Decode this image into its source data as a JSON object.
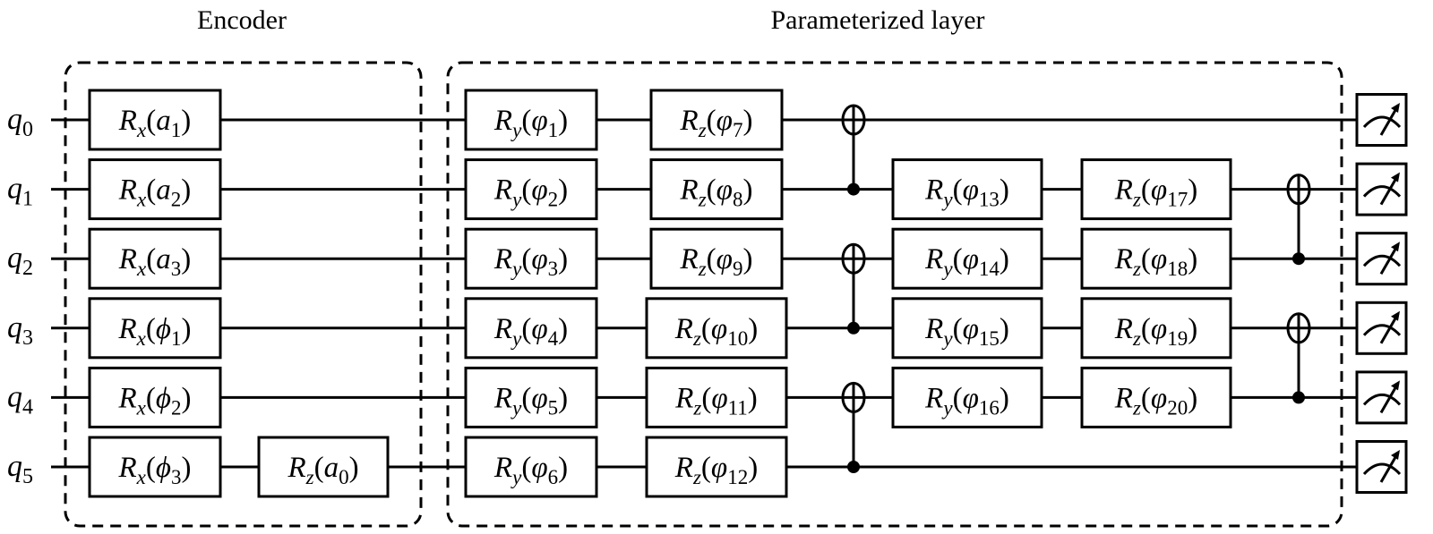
{
  "titles": {
    "encoder": "Encoder",
    "parameterized": "Parameterized layer"
  },
  "qubits": [
    "q0",
    "q1",
    "q2",
    "q3",
    "q4",
    "q5"
  ],
  "encoder_gates": [
    {
      "qubit": 0,
      "op": "R",
      "axis": "x",
      "param": "a",
      "index": "1",
      "col": 0
    },
    {
      "qubit": 1,
      "op": "R",
      "axis": "x",
      "param": "a",
      "index": "2",
      "col": 0
    },
    {
      "qubit": 2,
      "op": "R",
      "axis": "x",
      "param": "a",
      "index": "3",
      "col": 0
    },
    {
      "qubit": 3,
      "op": "R",
      "axis": "x",
      "param": "ϕ",
      "index": "1",
      "col": 0
    },
    {
      "qubit": 4,
      "op": "R",
      "axis": "x",
      "param": "ϕ",
      "index": "2",
      "col": 0
    },
    {
      "qubit": 5,
      "op": "R",
      "axis": "x",
      "param": "ϕ",
      "index": "3",
      "col": 0
    },
    {
      "qubit": 5,
      "op": "R",
      "axis": "z",
      "param": "a",
      "index": "0",
      "col": 1
    }
  ],
  "layer_gates": [
    {
      "qubit": 0,
      "op": "R",
      "axis": "y",
      "param": "φ",
      "index": "1",
      "col": 0
    },
    {
      "qubit": 1,
      "op": "R",
      "axis": "y",
      "param": "φ",
      "index": "2",
      "col": 0
    },
    {
      "qubit": 2,
      "op": "R",
      "axis": "y",
      "param": "φ",
      "index": "3",
      "col": 0
    },
    {
      "qubit": 3,
      "op": "R",
      "axis": "y",
      "param": "φ",
      "index": "4",
      "col": 0
    },
    {
      "qubit": 4,
      "op": "R",
      "axis": "y",
      "param": "φ",
      "index": "5",
      "col": 0
    },
    {
      "qubit": 5,
      "op": "R",
      "axis": "y",
      "param": "φ",
      "index": "6",
      "col": 0
    },
    {
      "qubit": 0,
      "op": "R",
      "axis": "z",
      "param": "φ",
      "index": "7",
      "col": 1
    },
    {
      "qubit": 1,
      "op": "R",
      "axis": "z",
      "param": "φ",
      "index": "8",
      "col": 1
    },
    {
      "qubit": 2,
      "op": "R",
      "axis": "z",
      "param": "φ",
      "index": "9",
      "col": 1
    },
    {
      "qubit": 3,
      "op": "R",
      "axis": "z",
      "param": "φ",
      "index": "10",
      "col": 1
    },
    {
      "qubit": 4,
      "op": "R",
      "axis": "z",
      "param": "φ",
      "index": "11",
      "col": 1
    },
    {
      "qubit": 5,
      "op": "R",
      "axis": "z",
      "param": "φ",
      "index": "12",
      "col": 1
    },
    {
      "qubit": 1,
      "op": "R",
      "axis": "y",
      "param": "φ",
      "index": "13",
      "col": 2
    },
    {
      "qubit": 2,
      "op": "R",
      "axis": "y",
      "param": "φ",
      "index": "14",
      "col": 2
    },
    {
      "qubit": 3,
      "op": "R",
      "axis": "y",
      "param": "φ",
      "index": "15",
      "col": 2
    },
    {
      "qubit": 4,
      "op": "R",
      "axis": "y",
      "param": "φ",
      "index": "16",
      "col": 2
    },
    {
      "qubit": 1,
      "op": "R",
      "axis": "z",
      "param": "φ",
      "index": "17",
      "col": 3
    },
    {
      "qubit": 2,
      "op": "R",
      "axis": "z",
      "param": "φ",
      "index": "18",
      "col": 3
    },
    {
      "qubit": 3,
      "op": "R",
      "axis": "z",
      "param": "φ",
      "index": "19",
      "col": 3
    },
    {
      "qubit": 4,
      "op": "R",
      "axis": "z",
      "param": "φ",
      "index": "20",
      "col": 3
    }
  ],
  "cnots": [
    {
      "control": 1,
      "target": 0,
      "stage": 0
    },
    {
      "control": 3,
      "target": 2,
      "stage": 0
    },
    {
      "control": 5,
      "target": 4,
      "stage": 0
    },
    {
      "control": 2,
      "target": 1,
      "stage": 1
    },
    {
      "control": 4,
      "target": 3,
      "stage": 1
    }
  ],
  "measurements": [
    0,
    1,
    2,
    3,
    4,
    5
  ]
}
